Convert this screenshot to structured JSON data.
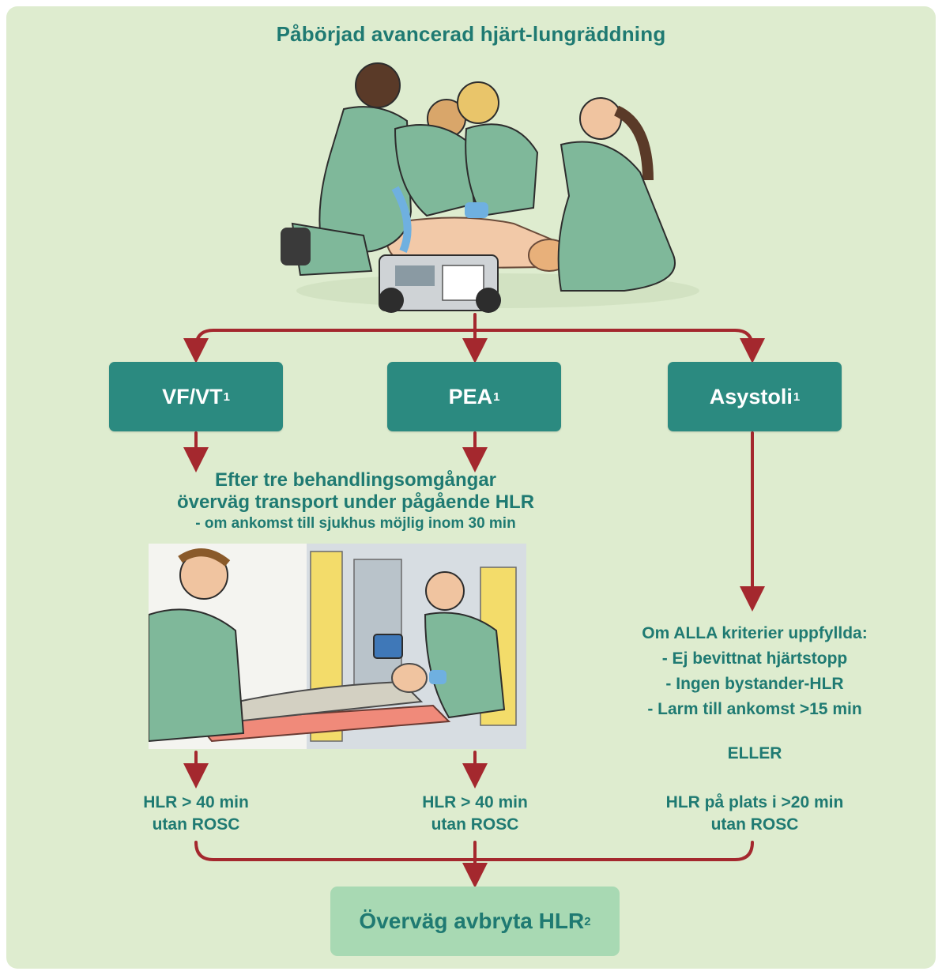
{
  "title": "Påbörjad avancerad hjärt-lungräddning",
  "boxes": {
    "vfvt": {
      "label": "VF/VT",
      "sup": "1"
    },
    "pea": {
      "label": "PEA",
      "sup": "1"
    },
    "asystoli": {
      "label": "Asystoli",
      "sup": "1"
    }
  },
  "middle": {
    "line1": "Efter tre behandlingsomgångar",
    "line2": "överväg transport under pågående HLR",
    "line3": "- om ankomst till sjukhus möjlig inom 30 min"
  },
  "criteria": {
    "heading": "Om ALLA  kriterier uppfyllda:",
    "item1": "- Ej bevittnat hjärtstopp",
    "item2": "-  Ingen bystander-HLR",
    "item3": "- Larm till ankomst >15 min",
    "or": "ELLER",
    "alt1": "HLR på plats i >20 min",
    "alt2": "utan ROSC"
  },
  "left_result": {
    "line1": "HLR > 40 min",
    "line2": "utan ROSC"
  },
  "center_result": {
    "line1": "HLR > 40 min",
    "line2": "utan ROSC"
  },
  "final": {
    "label": "Överväg avbryta HLR",
    "sup": "2"
  },
  "colors": {
    "panel_bg": "#deeccf",
    "teal_box": "#2b8a80",
    "teal_text": "#1f7a72",
    "arrow_red": "#a4282e",
    "final_box": "#a8d9b3"
  }
}
